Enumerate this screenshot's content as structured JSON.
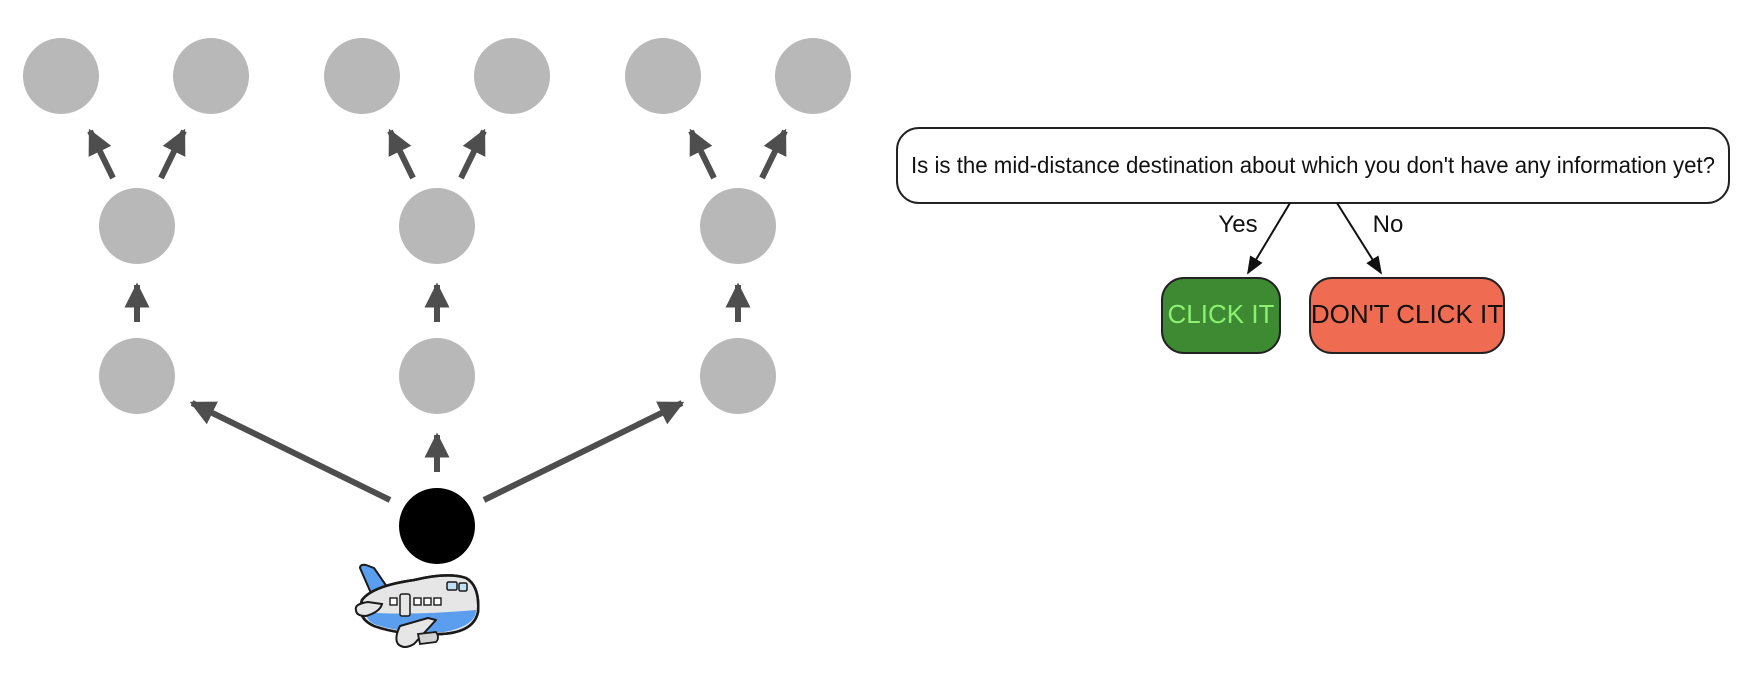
{
  "question": "Is is the mid-distance destination about which you don't have any information yet?",
  "yes_label": "Yes",
  "no_label": "No",
  "click_it_label": "CLICK IT",
  "dont_click_label": "DON'T CLICK IT",
  "colors": {
    "node_gray": "#b8b8b8",
    "current_node": "#000000",
    "arrow": "#4e4e4e",
    "click_it_fill": "#3d8a33",
    "click_it_text": "#8cf070",
    "dont_click_fill": "#ef6b52",
    "dont_click_text": "#111111"
  },
  "tree": {
    "root": "current-node",
    "branches": [
      {
        "name": "left",
        "mid": "mid-left",
        "upper": "upper-left",
        "leaves": [
          "leaf-1",
          "leaf-2"
        ]
      },
      {
        "name": "center",
        "mid": "mid-center",
        "upper": "upper-center",
        "leaves": [
          "leaf-3",
          "leaf-4"
        ]
      },
      {
        "name": "right",
        "mid": "mid-right",
        "upper": "upper-right",
        "leaves": [
          "leaf-5",
          "leaf-6"
        ]
      }
    ]
  },
  "icons": [
    "airplane-icon"
  ]
}
